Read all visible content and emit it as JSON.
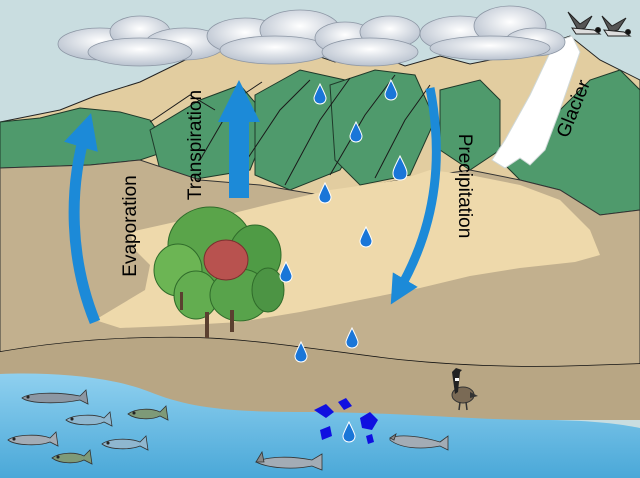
{
  "labels": {
    "evaporation": "Evaporation",
    "transpiration": "Transpiration",
    "precipitation": "Precipitation",
    "glacier": "Glacier"
  },
  "colors": {
    "sky": "#c9dde0",
    "mountain_tan": "#e2cda0",
    "mountain_green": "#4f9a6c",
    "ground": "#c2b08e",
    "plain": "#eed9ab",
    "water": "#5fb6e0",
    "arrow": "#1c8ad8",
    "drop": "#1a76d8"
  },
  "icons": [
    "cloud-icon",
    "bird-icon",
    "tree-icon",
    "fish-icon",
    "goose-icon",
    "raindrop-icon",
    "arrow-icon"
  ]
}
